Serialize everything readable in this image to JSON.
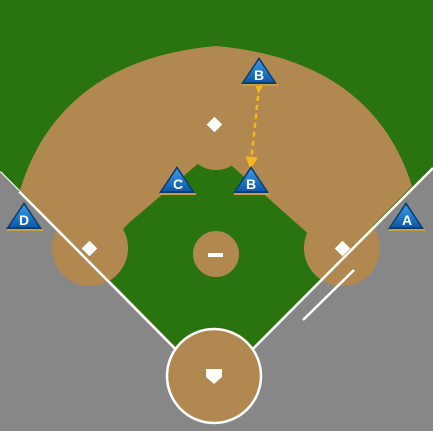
{
  "colors": {
    "grass": "#2a7410",
    "dirt": "#b1884f",
    "foul_territory": "#878787",
    "chalk": "#ffffff",
    "marker_fill": "#1a78c8",
    "marker_dark": "#0b3d70",
    "arrow": "#f6b61c"
  },
  "markers": {
    "b_top": "B",
    "b_mid": "B",
    "c": "C",
    "d": "D",
    "a": "A"
  }
}
